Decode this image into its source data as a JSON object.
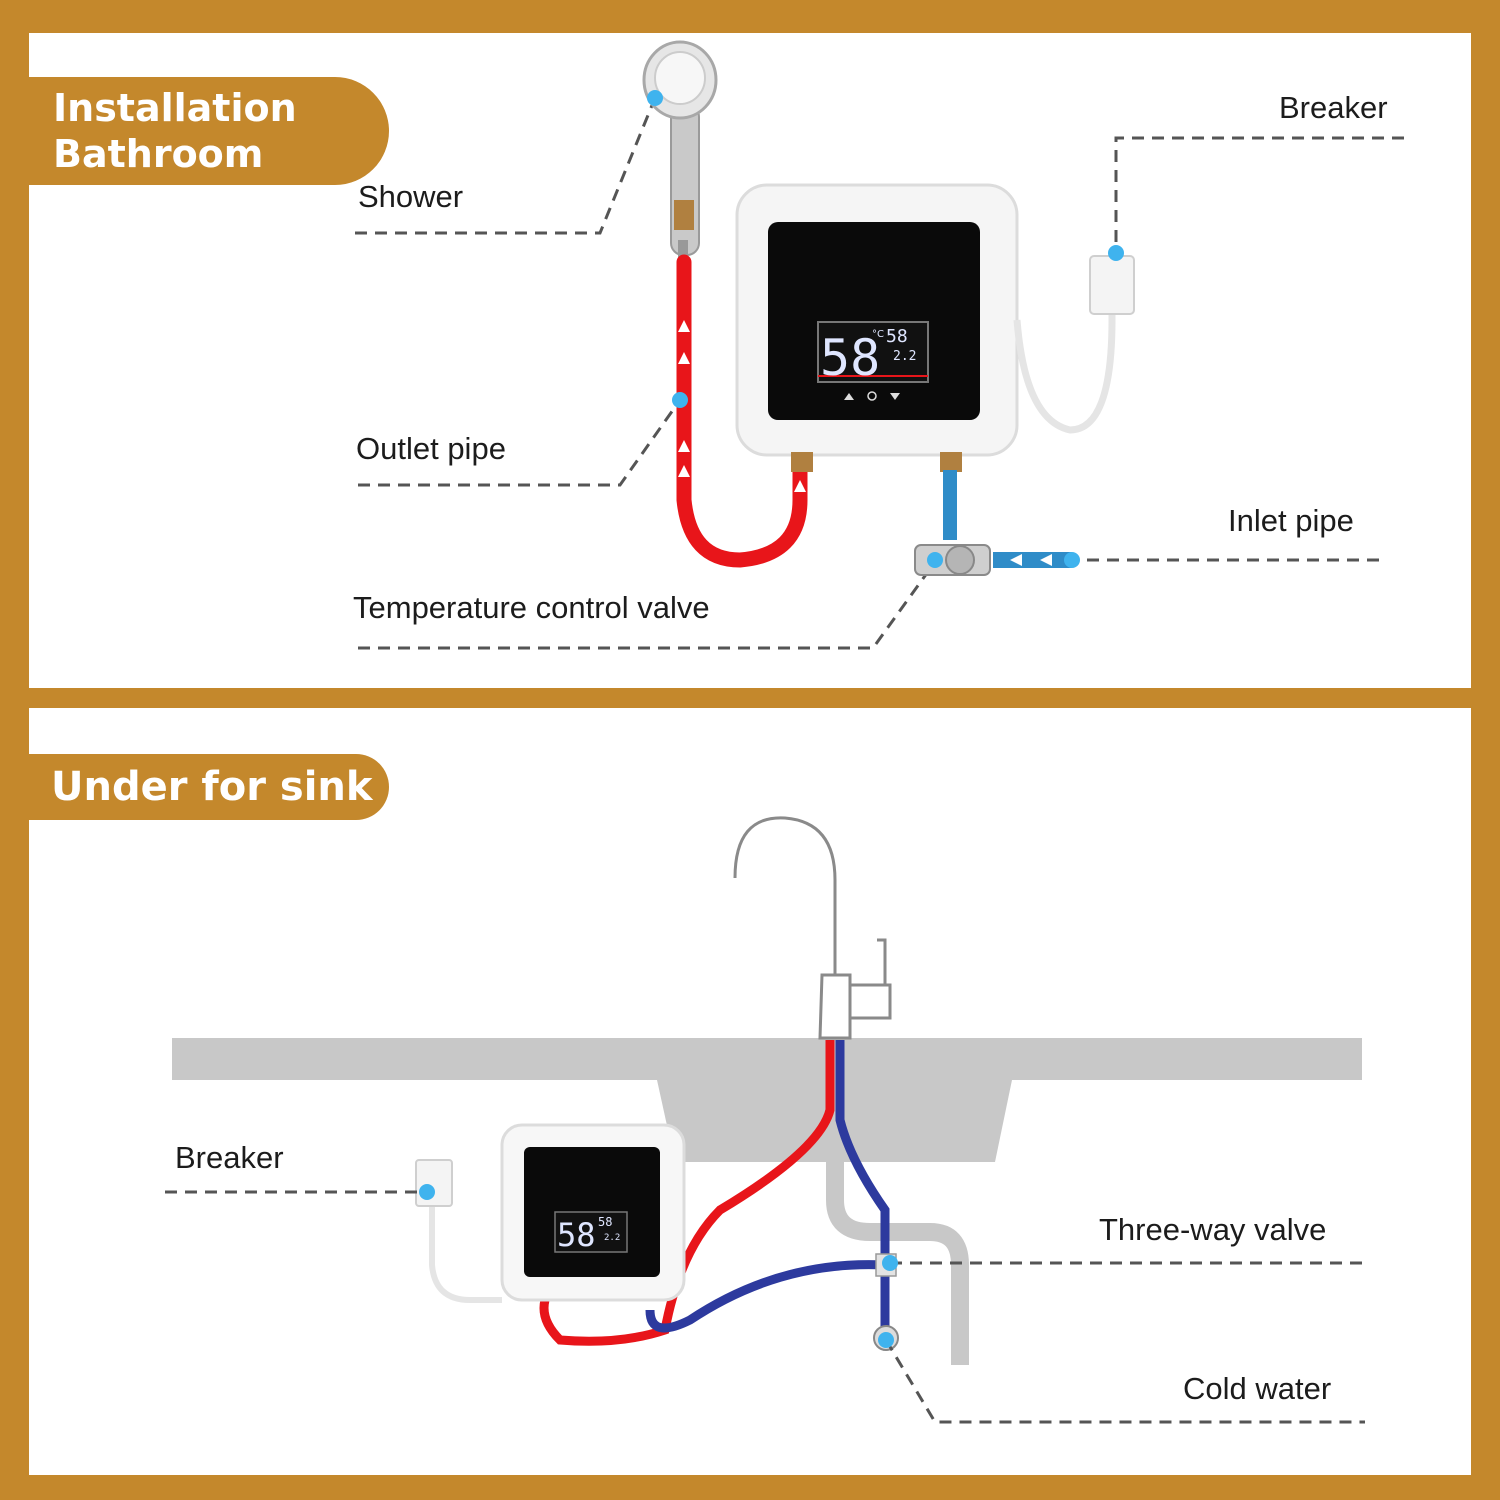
{
  "colors": {
    "accent": "#c4882c",
    "hot_pipe": "#e8151a",
    "cold_pipe": "#2d3a9e",
    "marker_dot": "#3fb3ee",
    "leader_line": "#555555"
  },
  "bathroom_section": {
    "title_line1": "Installation",
    "title_line2": "Bathroom",
    "labels": {
      "shower": "Shower",
      "breaker": "Breaker",
      "outlet_pipe": "Outlet pipe",
      "inlet_pipe": "Inlet pipe",
      "temperature_control_valve": "Temperature control valve"
    },
    "display": {
      "big_reading": "58",
      "unit": "°C",
      "small_reading": "58",
      "power_reading": "2.2"
    }
  },
  "sink_section": {
    "title": "Under for sink",
    "labels": {
      "breaker": "Breaker",
      "three_way_valve": "Three-way valve",
      "cold_water": "Cold water"
    },
    "display": {
      "big_reading": "58",
      "small_reading": "58",
      "power_reading": "2.2"
    }
  }
}
